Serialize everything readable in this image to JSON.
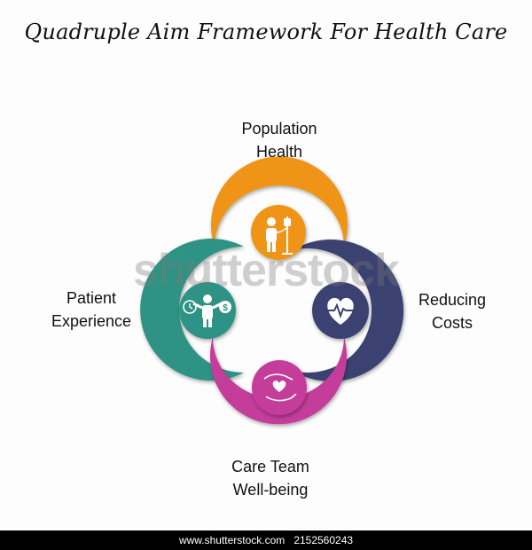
{
  "title": "Quadruple Aim Framework For Health Care",
  "nodes": {
    "top": {
      "line1": "Population",
      "line2": "Health",
      "color": "#ef9416",
      "icon": "patient-iv-icon"
    },
    "left": {
      "line1": "Patient",
      "line2": "Experience",
      "color": "#2e9384",
      "icon": "balance-time-money-icon"
    },
    "right": {
      "line1": "Reducing",
      "line2": "Costs",
      "color": "#3b4271",
      "icon": "heart-pulse-icon"
    },
    "bottom": {
      "line1": "Care Team",
      "line2": "Well-being",
      "color": "#c43c9b",
      "icon": "hands-heart-icon"
    }
  },
  "watermark": "shutterstock",
  "footer": {
    "site": "www.shutterstock.com",
    "id": "2152560243"
  }
}
